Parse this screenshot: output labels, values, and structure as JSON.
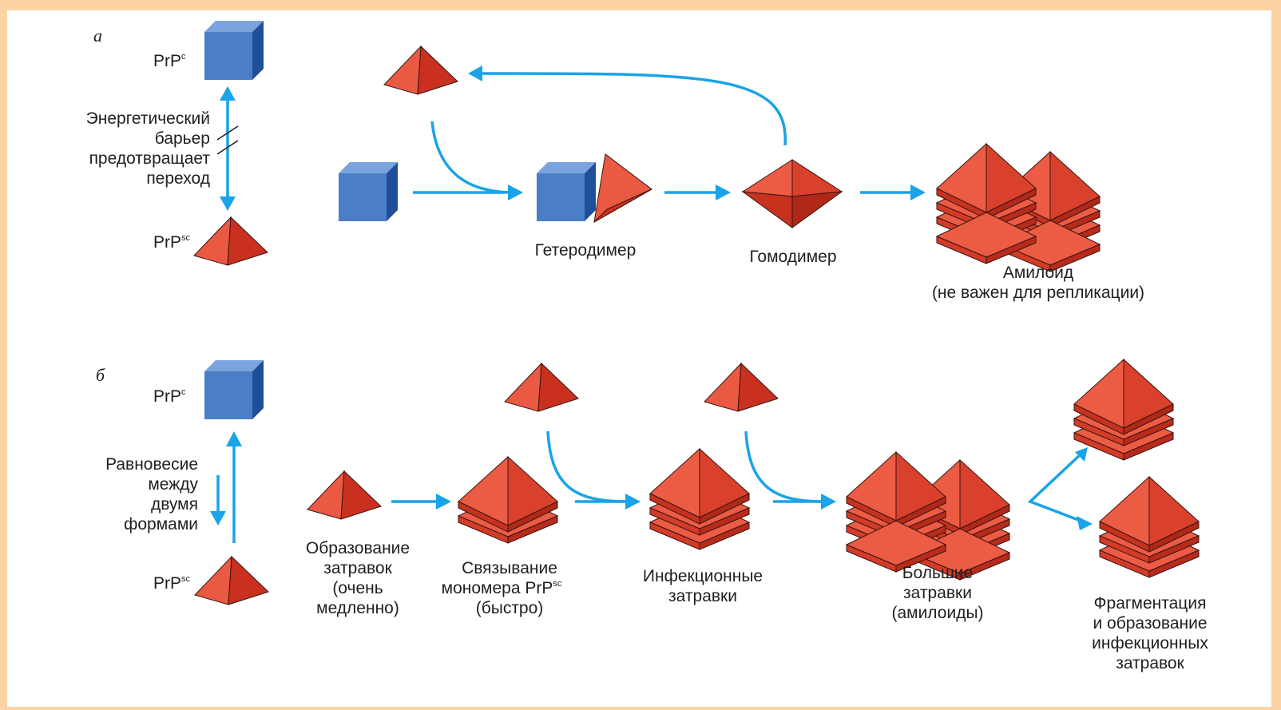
{
  "colors": {
    "frame": "#fcd3a3",
    "arrow": "#1aa3e8",
    "cube": "#4a7fc7",
    "pyramid": "#e8503a"
  },
  "icons": [
    "cube-prpc",
    "pyramid-prpsc",
    "stacked-pyramid-seed",
    "amyloid-cluster"
  ],
  "panel_a": {
    "letter": "a",
    "prpc_label": "PrP",
    "prpc_sup": "c",
    "prpsc_label": "PrP",
    "prpsc_sup": "sc",
    "barrier_lines": [
      "Энергетический",
      "барьер",
      "предотвращает",
      "переход"
    ],
    "heterodimer": "Гетеродимер",
    "homodimer": "Гомодимер",
    "amyloid_line1": "Амилоид",
    "amyloid_line2": "(не важен для репликации)"
  },
  "panel_b": {
    "letter": "б",
    "prpc_label": "PrP",
    "prpc_sup": "c",
    "prpsc_label": "PrP",
    "prpsc_sup": "sc",
    "equilibrium_lines": [
      "Равновесие",
      "между",
      "двумя",
      "формами"
    ],
    "seed_formation_lines": [
      "Образование",
      "затравок",
      "(очень",
      "медленно)"
    ],
    "binding_lines": [
      "Связывание",
      "мономера PrP",
      "(быстро)"
    ],
    "binding_sup": "sc",
    "infectious_lines": [
      "Инфекционные",
      "затравки"
    ],
    "large_lines": [
      "Большие",
      "затравки",
      "(амилоиды)"
    ],
    "fragmentation_lines": [
      "Фрагментация",
      "и образование",
      "инфекционных",
      "затравок"
    ]
  }
}
